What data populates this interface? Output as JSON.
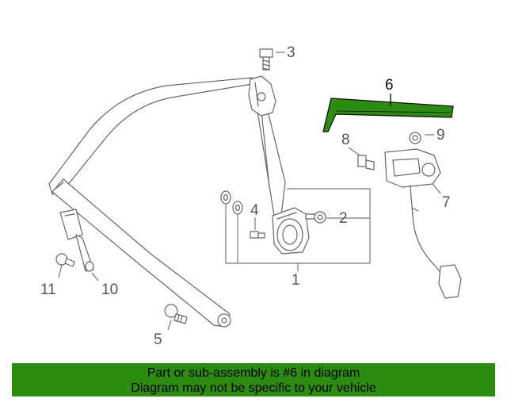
{
  "callouts": [
    {
      "id": "1",
      "text": "1"
    },
    {
      "id": "2",
      "text": "2"
    },
    {
      "id": "3",
      "text": "3"
    },
    {
      "id": "4",
      "text": "4"
    },
    {
      "id": "5",
      "text": "5"
    },
    {
      "id": "6",
      "text": "6"
    },
    {
      "id": "7",
      "text": "7"
    },
    {
      "id": "8",
      "text": "8"
    },
    {
      "id": "9",
      "text": "9"
    },
    {
      "id": "10",
      "text": "10"
    },
    {
      "id": "11",
      "text": "11"
    }
  ],
  "highlighted_part": "6",
  "colors": {
    "highlight": "#2e8b12",
    "line": "#666666",
    "banner_bg": "#2e8b12"
  },
  "banner": {
    "line1": "Part or sub-assembly is #6 in diagram",
    "line2": "Diagram may not be specific to your vehicle"
  }
}
